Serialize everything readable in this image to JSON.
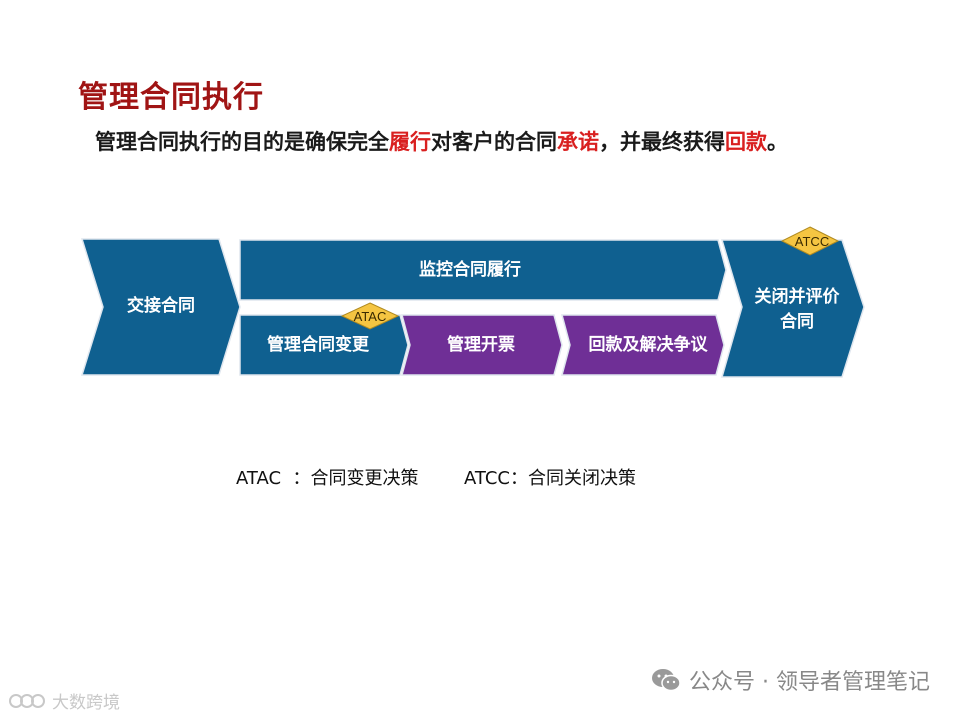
{
  "page": {
    "title": "管理合同执行",
    "subtitle": {
      "seg1": "管理合同执行的目的是确保完全",
      "hl1": "履行",
      "seg2": "对客户的合同",
      "hl2": "承诺",
      "seg3": "，并最终获得",
      "hl3": "回款",
      "seg4": "。"
    }
  },
  "diagram": {
    "handover": "交接合同",
    "monitor": "监控合同履行",
    "change": "管理合同变更",
    "invoice": "管理开票",
    "collect": "回款及解决争议",
    "close_line1": "关闭并评价",
    "close_line2": "合同",
    "atac_badge": "ATAC",
    "atcc_badge": "ATCC"
  },
  "legend": {
    "atac": "ATAC  ：合同变更决策",
    "atcc": "ATCC：合同关闭决策"
  },
  "watermarks": {
    "right": "公众号 · 领导者管理笔记",
    "left": "大数跨境"
  },
  "colors": {
    "title": "#a01414",
    "highlight": "#d92020",
    "blue": "#0f6090",
    "purple": "#6f2f96",
    "diamond": "#f5c542"
  }
}
